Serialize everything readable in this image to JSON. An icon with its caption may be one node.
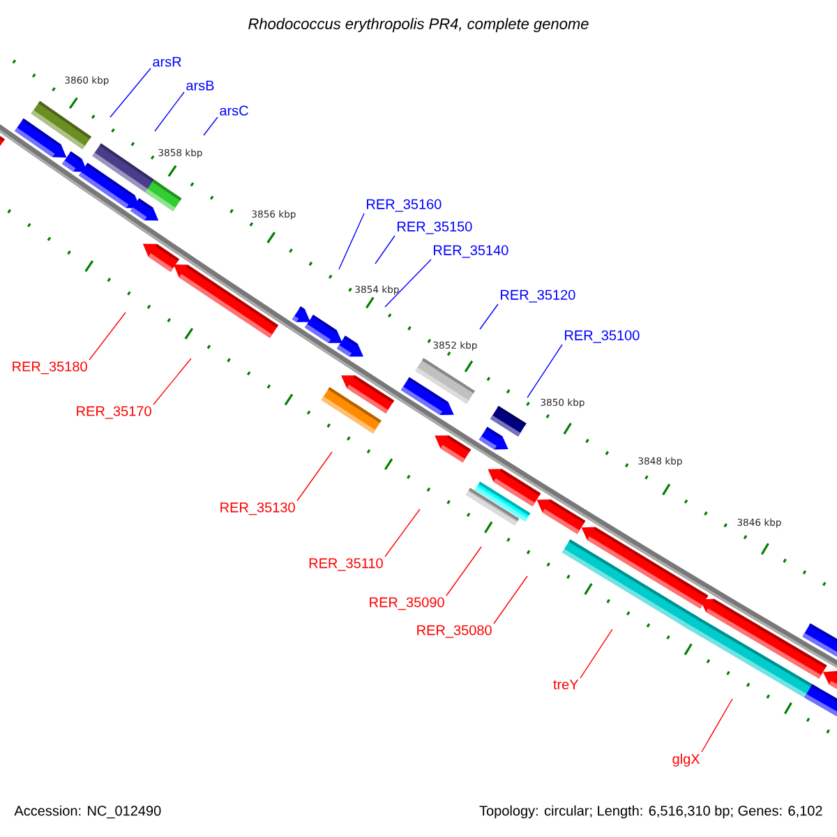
{
  "diagram": {
    "title": "Rhodococcus erythropolis PR4, complete genome",
    "nodes": [
      {
        "text": [
          "arsR"
        ]
      },
      {
        "text": [
          "arsB"
        ]
      },
      {
        "text": [
          "arsC"
        ]
      },
      {
        "text": [
          "RER_35160"
        ]
      },
      {
        "text": [
          "RER_35150"
        ]
      },
      {
        "text": [
          "RER_35140"
        ]
      },
      {
        "text": [
          "RER_35120"
        ]
      },
      {
        "text": [
          "RER_35100"
        ]
      },
      {
        "text": [
          "RER_35180"
        ]
      },
      {
        "text": [
          "RER_35170"
        ]
      },
      {
        "text": [
          "RER_35130"
        ]
      },
      {
        "text": [
          "RER_35110"
        ]
      },
      {
        "text": [
          "RER_35090"
        ]
      },
      {
        "text": [
          "RER_35080"
        ]
      },
      {
        "text": [
          "treY"
        ]
      },
      {
        "text": [
          "glgX"
        ]
      }
    ],
    "edges": [
      {
        "from": 0,
        "to": null,
        "arrow": "none",
        "color": "#0000ff"
      },
      {
        "from": 1,
        "to": null,
        "arrow": "none",
        "color": "#0000ff"
      },
      {
        "from": 2,
        "to": null,
        "arrow": "none",
        "color": "#0000ff"
      },
      {
        "from": 3,
        "to": null,
        "arrow": "none",
        "color": "#0000ff"
      },
      {
        "from": 4,
        "to": null,
        "arrow": "none",
        "color": "#0000ff"
      },
      {
        "from": 5,
        "to": null,
        "arrow": "none",
        "color": "#0000ff"
      },
      {
        "from": 6,
        "to": null,
        "arrow": "none",
        "color": "#0000ff"
      },
      {
        "from": 7,
        "to": null,
        "arrow": "none",
        "color": "#0000ff"
      },
      {
        "from": 8,
        "to": null,
        "arrow": "none",
        "color": "#ff0000"
      },
      {
        "from": 9,
        "to": null,
        "arrow": "none",
        "color": "#ff0000"
      },
      {
        "from": 10,
        "to": null,
        "arrow": "none",
        "color": "#ff0000"
      },
      {
        "from": 11,
        "to": null,
        "arrow": "none",
        "color": "#ff0000"
      },
      {
        "from": 12,
        "to": null,
        "arrow": "none",
        "color": "#ff0000"
      },
      {
        "from": 13,
        "to": null,
        "arrow": "none",
        "color": "#ff0000"
      },
      {
        "from": 14,
        "to": null,
        "arrow": "none",
        "color": "#ff0000"
      },
      {
        "from": 15,
        "to": null,
        "arrow": "none",
        "color": "#ff0000"
      }
    ],
    "labels": [
      "3860 kbp",
      "3858 kbp",
      "3856 kbp",
      "3854 kbp",
      "3852 kbp",
      "3850 kbp",
      "3848 kbp",
      "3846 kbp",
      "Accession: NC_012490",
      "Topology: circular; Length: 6,516,310 bp; Genes: 6,102"
    ]
  }
}
